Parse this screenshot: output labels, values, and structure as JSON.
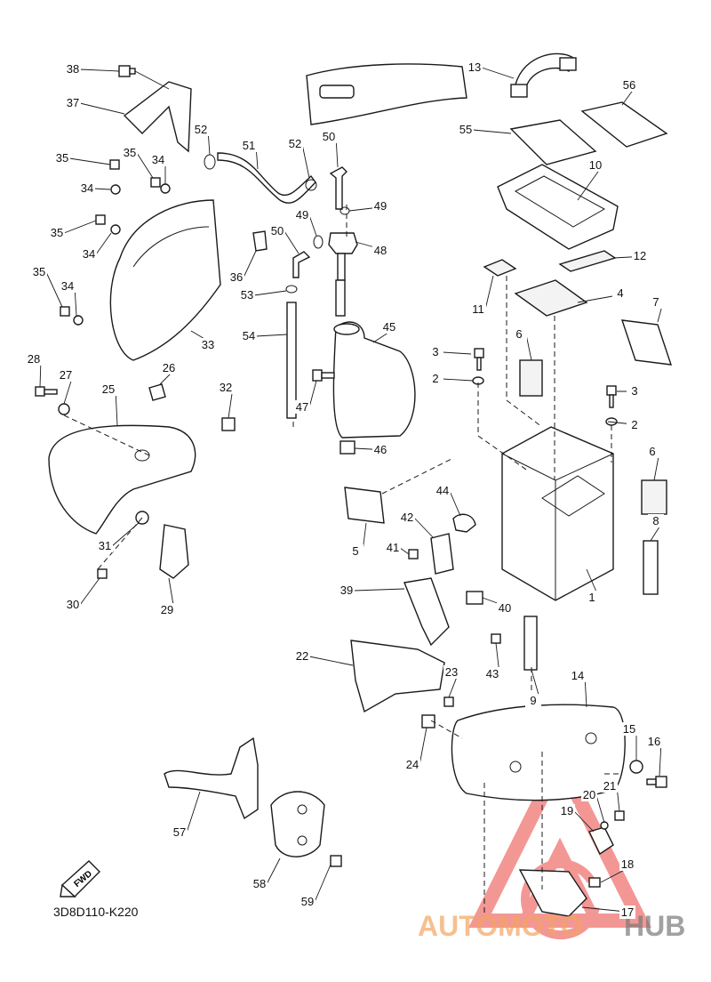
{
  "diagram_code": "3D8D110-K220",
  "fwd_label": "FWD",
  "watermark": {
    "text_left": "AUTOMOTO",
    "text_right": "HUB",
    "color_primary": "#f4a460",
    "color_secondary": "#7a7a7a",
    "logo_color": "#e8322d"
  },
  "callouts": [
    "1",
    "2",
    "2",
    "3",
    "3",
    "4",
    "5",
    "6",
    "6",
    "7",
    "8",
    "9",
    "10",
    "11",
    "12",
    "13",
    "14",
    "15",
    "16",
    "17",
    "18",
    "19",
    "20",
    "21",
    "22",
    "23",
    "24",
    "25",
    "26",
    "27",
    "28",
    "29",
    "30",
    "31",
    "32",
    "33",
    "34",
    "34",
    "34",
    "34",
    "35",
    "35",
    "35",
    "35",
    "36",
    "37",
    "38",
    "39",
    "40",
    "41",
    "42",
    "43",
    "44",
    "45",
    "46",
    "47",
    "48",
    "49",
    "49",
    "50",
    "50",
    "51",
    "52",
    "52",
    "53",
    "54",
    "55",
    "56",
    "57",
    "58",
    "59"
  ]
}
